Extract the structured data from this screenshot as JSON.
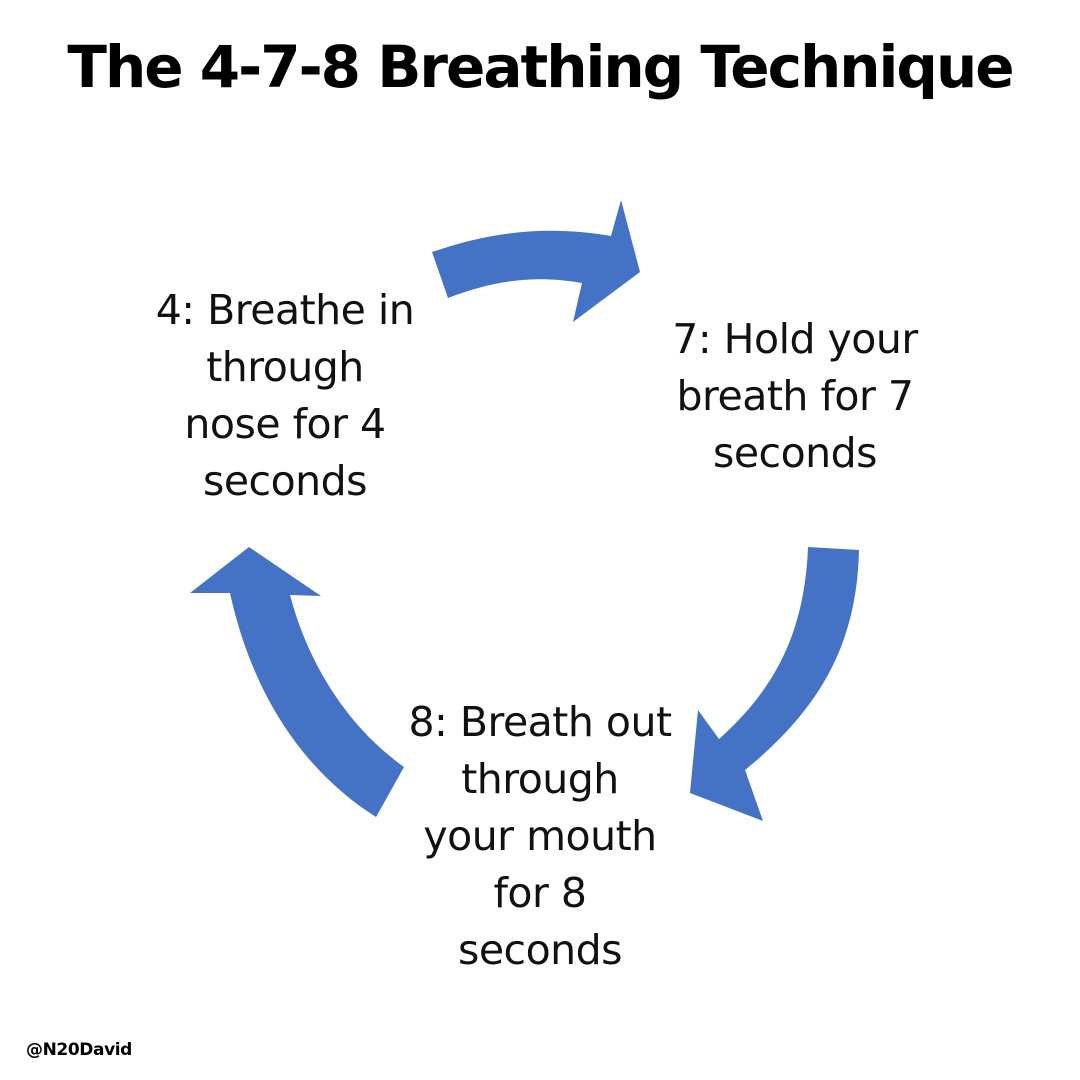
{
  "title": "The 4-7-8 Breathing Technique",
  "steps": [
    {
      "lines": [
        "4: Breathe in",
        "through",
        "nose for 4",
        "seconds"
      ]
    },
    {
      "lines": [
        "7: Hold your",
        "breath for 7",
        "seconds"
      ]
    },
    {
      "lines": [
        "8: Breath out",
        "through",
        "your mouth",
        "for 8",
        "seconds"
      ]
    }
  ],
  "arrow_color": "#4472C4",
  "handle": "@N20David"
}
